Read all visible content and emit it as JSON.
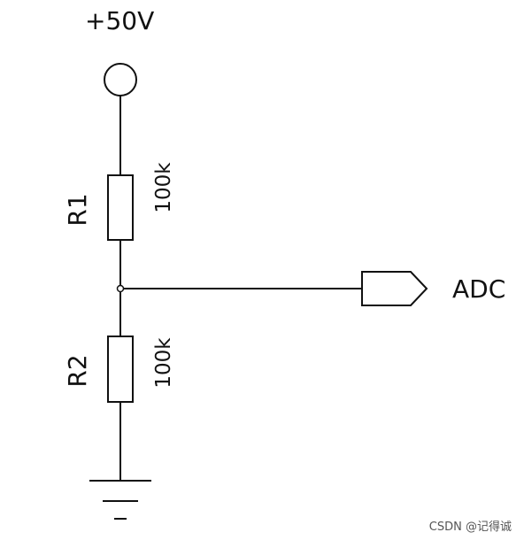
{
  "supply": {
    "label": "+50V"
  },
  "resistors": [
    {
      "ref": "R1",
      "value": "100k"
    },
    {
      "ref": "R2",
      "value": "100k"
    }
  ],
  "port": {
    "label": "ADC"
  },
  "ground": {
    "label": "—"
  },
  "watermark": {
    "text": "CSDN @记得诚"
  },
  "colors": {
    "wire": "#111111",
    "background": "#ffffff"
  }
}
